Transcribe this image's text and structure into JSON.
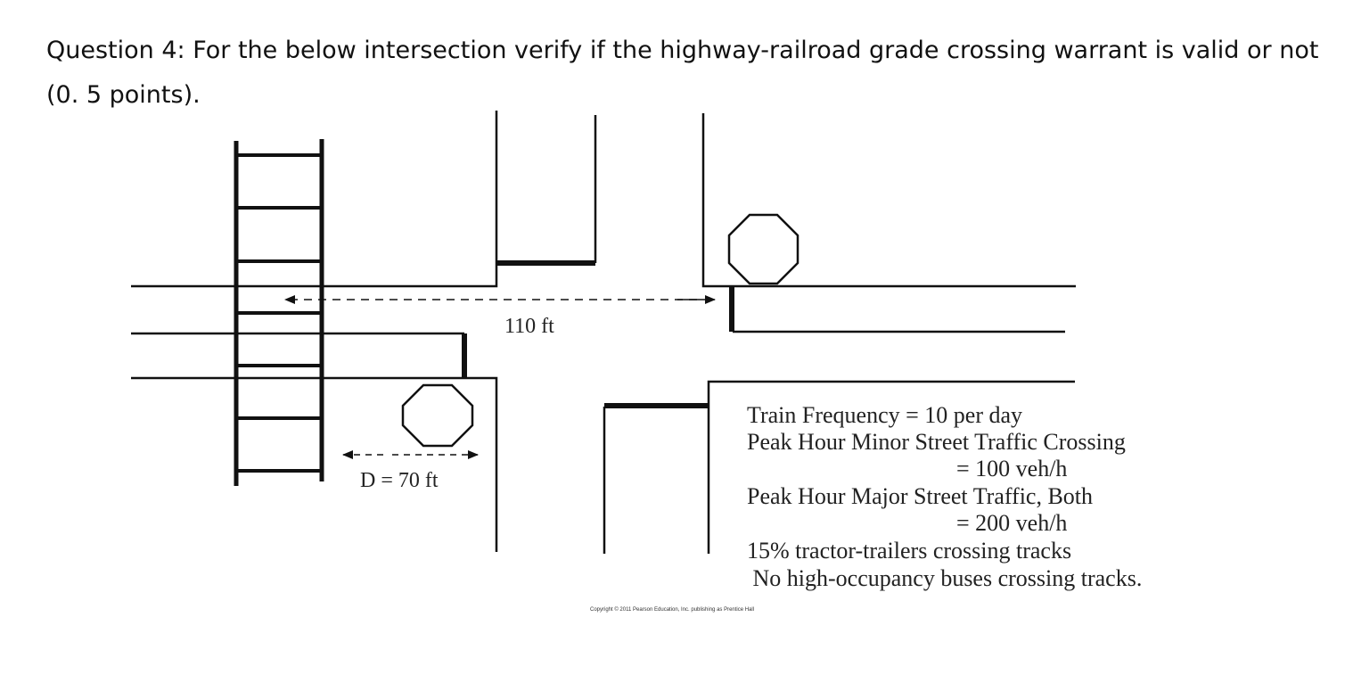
{
  "question": {
    "text": "Question 4: For the below intersection verify if the highway-railroad grade crossing warrant is valid or not (0. 5 points)."
  },
  "diagram": {
    "distance_label": "110 ft",
    "d_label": "D = 70 ft",
    "info_lines": [
      "Train Frequency = 10 per day",
      "Peak Hour Minor Street Traffic Crossing",
      "= 100 veh/h",
      "Peak Hour Major Street Traffic, Both",
      "= 200 veh/h",
      "15% tractor-trailers crossing tracks",
      " No high-occupancy buses crossing tracks."
    ],
    "copyright": "Copyright © 2011 Pearson Education, Inc. publishing as Prentice Hall"
  }
}
